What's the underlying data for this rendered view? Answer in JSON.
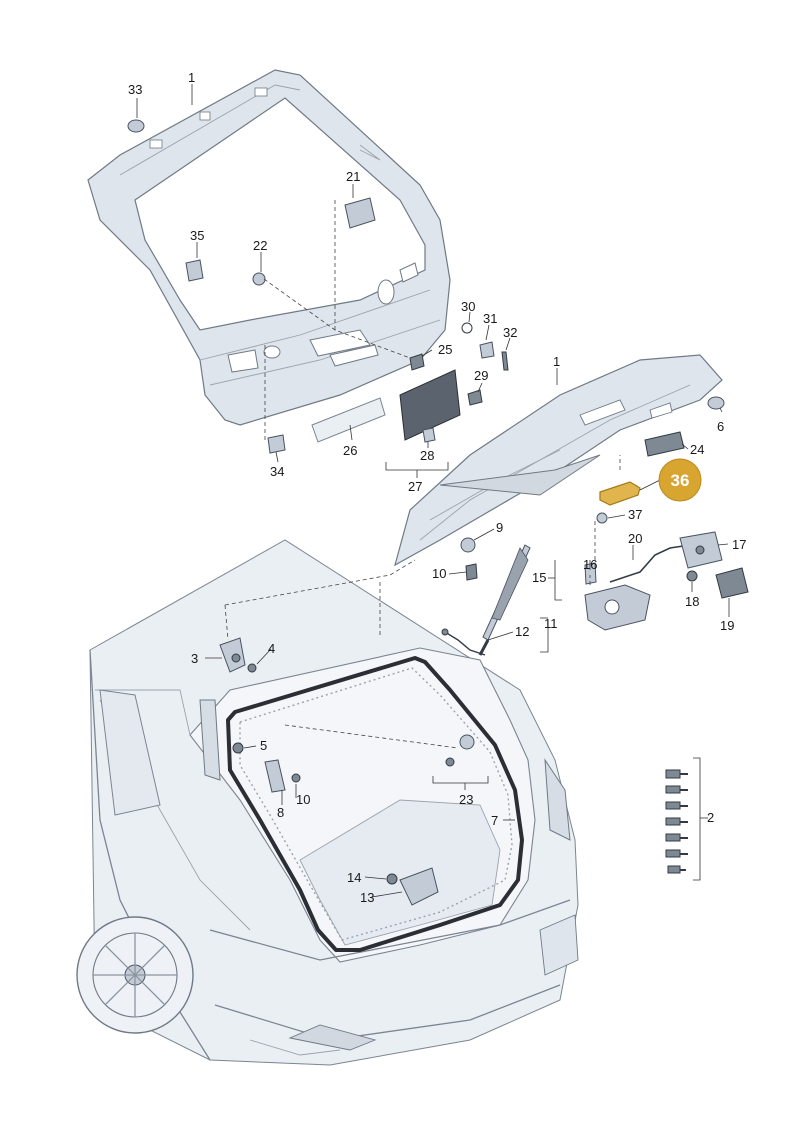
{
  "diagram": {
    "labels": {
      "l1a": "1",
      "l1b": "1",
      "l2": "2",
      "l3": "3",
      "l4": "4",
      "l5": "5",
      "l6": "6",
      "l7": "7",
      "l8": "8",
      "l9": "9",
      "l10a": "10",
      "l10b": "10",
      "l11": "11",
      "l12": "12",
      "l13": "13",
      "l14": "14",
      "l15": "15",
      "l16": "16",
      "l17": "17",
      "l18": "18",
      "l19": "19",
      "l20": "20",
      "l21": "21",
      "l22": "22",
      "l23": "23",
      "l24": "24",
      "l25": "25",
      "l26": "26",
      "l27": "27",
      "l28": "28",
      "l29": "29",
      "l30": "30",
      "l31": "31",
      "l32": "32",
      "l33": "33",
      "l34": "34",
      "l35": "35",
      "l37": "37"
    },
    "highlight": {
      "label": "36",
      "color": "#d9a531"
    }
  }
}
